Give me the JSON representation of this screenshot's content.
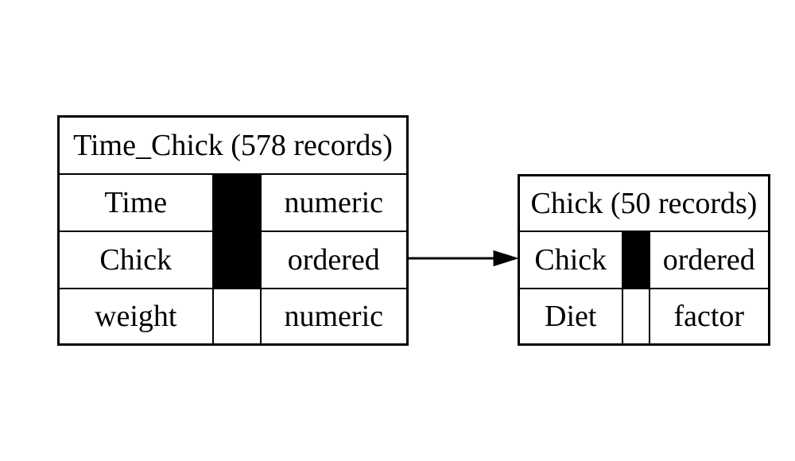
{
  "diagram": {
    "background_color": "#ffffff",
    "ink_color": "#000000",
    "tables": [
      {
        "id": "time_chick",
        "title": "Time_Chick (578 records)",
        "record_count": 578,
        "columns": [
          {
            "name": "Time",
            "type": "numeric",
            "key": true
          },
          {
            "name": "Chick",
            "type": "ordered",
            "key": true
          },
          {
            "name": "weight",
            "type": "numeric",
            "key": false
          }
        ]
      },
      {
        "id": "chick",
        "title": "Chick (50 records)",
        "record_count": 50,
        "columns": [
          {
            "name": "Chick",
            "type": "ordered",
            "key": true
          },
          {
            "name": "Diet",
            "type": "factor",
            "key": false
          }
        ]
      }
    ],
    "relation": {
      "from_table": "Time_Chick",
      "from_column": "Chick",
      "to_table": "Chick",
      "to_column": "Chick"
    }
  }
}
